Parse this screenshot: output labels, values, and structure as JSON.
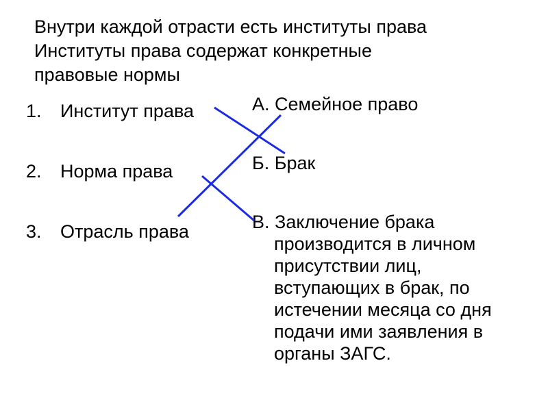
{
  "header": {
    "line1": "Внутри каждой отрасти есть институты права",
    "line2": "Институты права содержат конкретные",
    "line3": "правовые нормы"
  },
  "left_items": [
    {
      "number": "1.",
      "label": "Институт права"
    },
    {
      "number": "2.",
      "label": "Норма права"
    },
    {
      "number": "3.",
      "label": "Отрасль права"
    }
  ],
  "right_items": [
    {
      "label": "А. Семейное право"
    },
    {
      "label": "Б. Брак"
    },
    {
      "label_first": "В. Заключение брака",
      "continuation": [
        "производится в личном",
        "присутствии лиц,",
        "вступающих в брак, по",
        "истечении месяца со дня",
        "подачи ими заявления в",
        "органы ЗАГС."
      ]
    }
  ],
  "colors": {
    "text": "#000000",
    "connector": "#1a2be0",
    "background": "#ffffff"
  }
}
